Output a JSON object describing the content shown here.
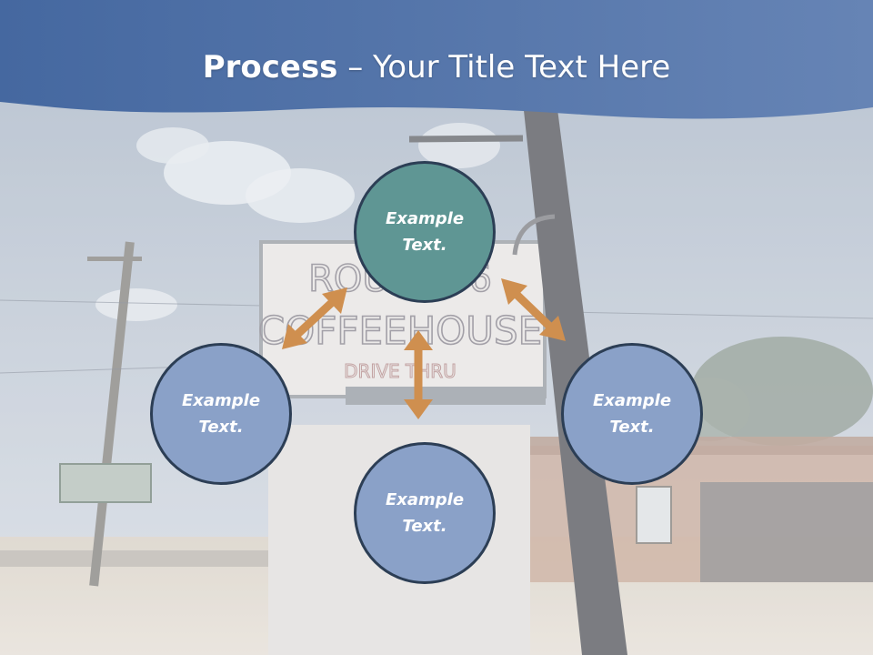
{
  "title": {
    "bold": "Process",
    "rest": " – Your Title Text Here"
  },
  "colors": {
    "banner": "#4a6fa5",
    "hub": "#5f9694",
    "node": "#8aa1c8",
    "arrow": "#cf8f4f",
    "outline": "#2c3e55"
  },
  "nodes": {
    "top": {
      "line1": "Example",
      "line2": "Text."
    },
    "left": {
      "line1": "Example",
      "line2": "Text."
    },
    "right": {
      "line1": "Example",
      "line2": "Text."
    },
    "bottom": {
      "line1": "Example",
      "line2": "Text."
    }
  }
}
